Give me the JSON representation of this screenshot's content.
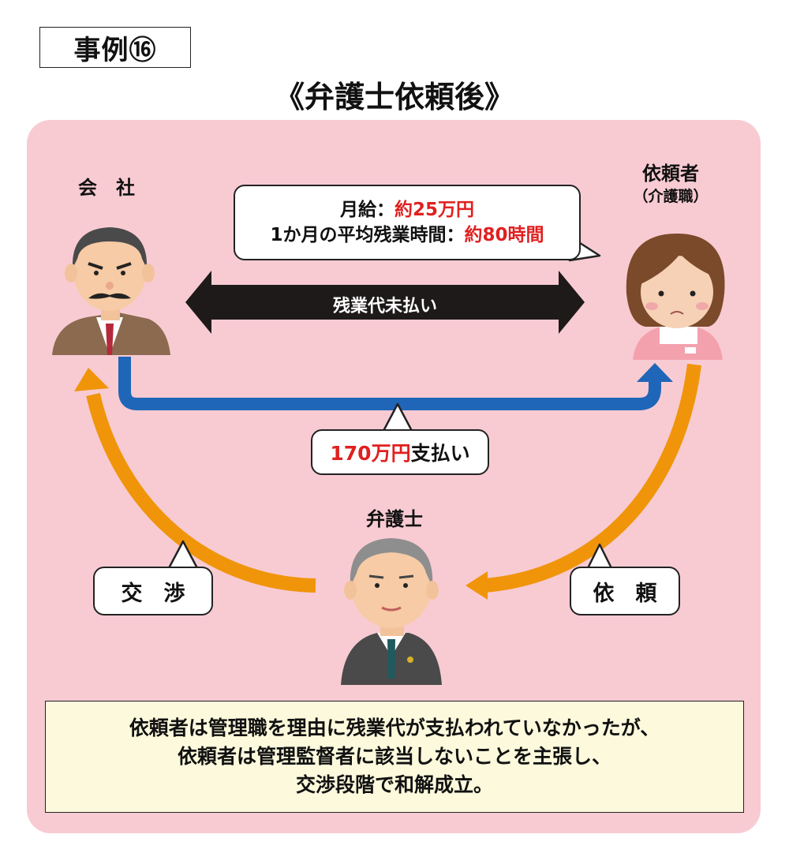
{
  "case_label": "事例⑯",
  "heading": "《弁護士依頼後》",
  "company": {
    "label": "会　社"
  },
  "client": {
    "label": "依頼者",
    "role": "（介護職）"
  },
  "lawyer": {
    "label": "弁護士"
  },
  "salary_bubble": {
    "line1_prefix": "月給：",
    "line1_value": "約25万円",
    "line2_prefix": "1か月の平均残業時間：",
    "line2_value": "約80時間"
  },
  "dispute_arrow": {
    "label": "残業代未払い"
  },
  "payment_bubble": {
    "amount": "170万円",
    "suffix": "支払い"
  },
  "negotiation_bubble": {
    "label": "交　渉"
  },
  "request_bubble": {
    "label": "依　頼"
  },
  "note": {
    "line1": "依頼者は管理職を理由に残業代が支払われていなかったが、",
    "line2": "依頼者は管理監督者に該当しないことを主張し、",
    "line3": "交渉段階で和解成立。"
  },
  "colors": {
    "panel": "#f8cbd3",
    "orange_arrow": "#f0950a",
    "blue_arrow": "#1f66b8",
    "black_arrow": "#1e1a1a",
    "highlight_red": "#e02020",
    "note_bg": "#fcf9dc"
  }
}
